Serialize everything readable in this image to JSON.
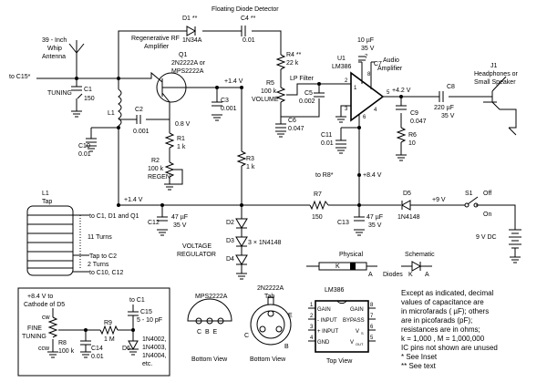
{
  "labels": {
    "fdd_title": "Floating Diode Detector",
    "d1": "D1 **",
    "d1_val": "1N34A",
    "c4": "C4 **",
    "c4_val": "0.01",
    "antenna1": "39 - Inch",
    "antenna2": "Whip",
    "antenna3": "Antenna",
    "to_c15": "to C15*",
    "regen1": "Regenerative RF",
    "regen2": "Amplifier",
    "q1": "Q1",
    "q1_val1": "2N2222A or",
    "q1_val2": "MPS2222A",
    "tuning": "TUNING",
    "c1": "C1",
    "c1_val": "150",
    "l1": "L1",
    "c2": "C2",
    "c2_val": "0.001",
    "c10": "C10",
    "c10_val": "0.01",
    "v08": "0.8 V",
    "r1": "R1",
    "r1_val": "1 k",
    "r2": "R2",
    "r2_val": "100 k",
    "r2_name": "REGEN",
    "v14a": "+1.4 V",
    "c3": "C3",
    "c3_val": "0.001",
    "r3": "R3",
    "r3_val": "1 k",
    "r4": "R4 **",
    "r4_val": "22 k",
    "r5": "R5",
    "r5_val": "100 k",
    "r5_name": "VOLUME",
    "lp": "LP Filter",
    "c5": "C5",
    "c5_val": "0.002",
    "c6": "C6",
    "c6_val": "0.047",
    "u1": "U1",
    "u1_val": "LM386",
    "c7_val1": "10 µF",
    "c7_val2": "35 V",
    "c7": "C7",
    "audio1": "Audio",
    "audio2": "Amplifier",
    "v42": "+4.2 V",
    "c8": "C8",
    "c8_val1": "220 µF",
    "c8_val2": "35 V",
    "j1": "J1",
    "j1_val1": "Headphones or",
    "j1_val2": "Small Speaker",
    "c9": "C9",
    "c9_val": "0.047",
    "r6": "R6",
    "r6_val": "10",
    "c11": "C11",
    "c11_val": "0.01",
    "to_r8": "to R8*",
    "v84": "+8.4 V",
    "pin1": "1",
    "pin2": "2",
    "pin3": "3",
    "pin4": "4",
    "pin5": "5",
    "pin6": "6",
    "pin7": "7",
    "pin8": "8",
    "l1_tap": "L1",
    "tap": "Tap",
    "to_c1": "to C1, D1 and Q1",
    "turns11": "11 Turns",
    "tap_c2": "Tap to C2",
    "turns2": "2 Turns",
    "to_c10": "to C10, C12",
    "v14b": "+1.4 V",
    "c12": "C12",
    "c12_val1": "47 µF",
    "c12_val2": "35 V",
    "d2": "D2",
    "d3": "D3",
    "d3_val": "3 × 1N4148",
    "d4": "D4",
    "vreg1": "VOLTAGE",
    "vreg2": "REGULATOR",
    "r7": "R7",
    "r7_val": "150",
    "c13": "C13",
    "c13_val1": "47 µF",
    "c13_val2": "35 V",
    "d5": "D5",
    "d5_val": "1N4148",
    "v9": "+9 V",
    "s1": "S1",
    "off": "Off",
    "on": "On",
    "bat": "9 V DC",
    "physical": "Physical",
    "schematic": "Schematic",
    "k1": "K",
    "a1": "A",
    "k2": "K",
    "a2": "A",
    "diodes": "Diodes",
    "inset1": "+8.4 V to",
    "inset2": "Cathode of D5",
    "to_c1b": "to C1",
    "c15": "C15",
    "c15_val": "5 - 10 pF",
    "r9": "R9",
    "r9_val": "1 M",
    "fine1": "FINE",
    "fine2": "TUNING",
    "cw": "cw",
    "ccw": "ccw",
    "r8": "R8",
    "r8_val": "100 k",
    "c14": "C14",
    "c14_val": "0.01",
    "d6": "D6",
    "d6_v1": "1N4002,",
    "d6_v2": "1N4003,",
    "d6_v3": "1N4004,",
    "d6_v4": "etc.",
    "mps_title": "MPS2222A",
    "mps_pins": "C  B  E",
    "bottom1": "Bottom View",
    "tab_title1": "2N2222A",
    "tab_title2": "Tab",
    "pe": "E",
    "pc": "C",
    "pb": "B",
    "bottom2": "Bottom View",
    "lm_title": "LM386",
    "lm_gain1": "GAIN",
    "lm_in_m": "- INPUT",
    "lm_in_p": "+ INPUT",
    "lm_gnd": "GND",
    "lm_gain8": "GAIN",
    "lm_bypass": "BYPASS",
    "lm_vs": "V",
    "lm_vs_sub": "S",
    "lm_vout": "V",
    "lm_vout_sub": "OUT",
    "top_view": "Top View",
    "note1": "Except as indicated, decimal",
    "note2": "values of capacitance are",
    "note3": "in microfarads ( µF); others",
    "note4": "are in picofarads (pF);",
    "note5": "resistances are in ohms;",
    "note6": "k = 1,000 , M = 1,000,000",
    "note7": "IC pins not shown are unused",
    "note8": "*  See Inset",
    "note9": "** See text"
  }
}
